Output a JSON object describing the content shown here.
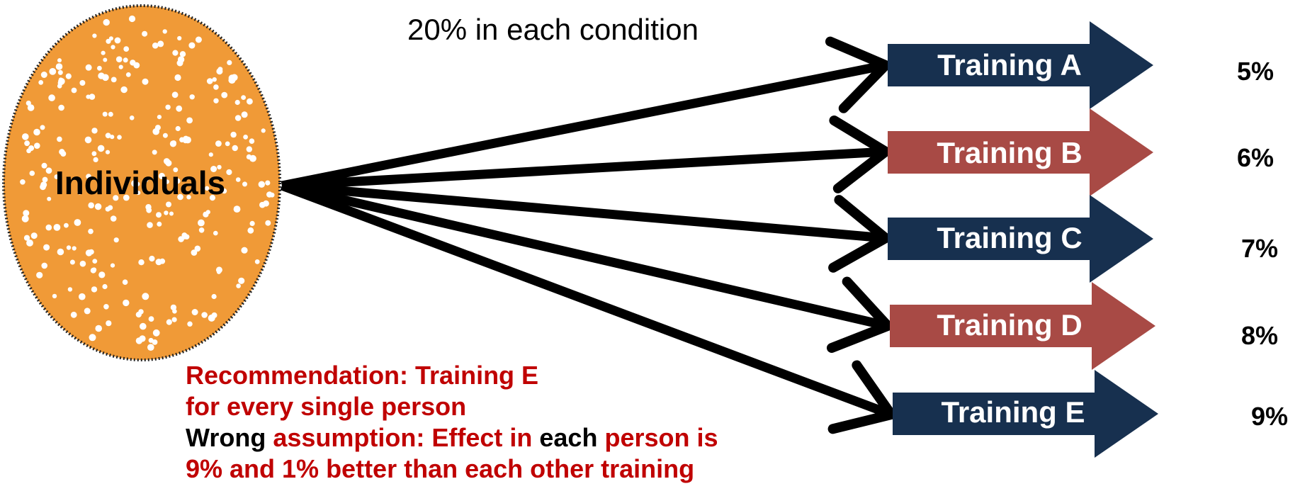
{
  "population_label": "Individuals",
  "allocation_label": "20% in each condition",
  "colors": {
    "population_fill": "#F09A37",
    "navy": "#17304F",
    "red": "#A84A45",
    "highlight_text": "#C00000",
    "plain_text": "#000000"
  },
  "conditions": [
    {
      "label": "Training A",
      "color": "navy",
      "effect": "5%"
    },
    {
      "label": "Training B",
      "color": "red",
      "effect": "6%"
    },
    {
      "label": "Training C",
      "color": "navy",
      "effect": "7%"
    },
    {
      "label": "Training D",
      "color": "red",
      "effect": "8%"
    },
    {
      "label": "Training E",
      "color": "navy",
      "effect": "9%"
    }
  ],
  "note": {
    "recommendation_line1": "Recommendation: Training E",
    "recommendation_line2": "for every single person",
    "wrong": "Wrong",
    "assumption": "assumption: Effect in",
    "each": "each",
    "person_is": "person is",
    "line4": "9% and 1% better than each other training"
  }
}
